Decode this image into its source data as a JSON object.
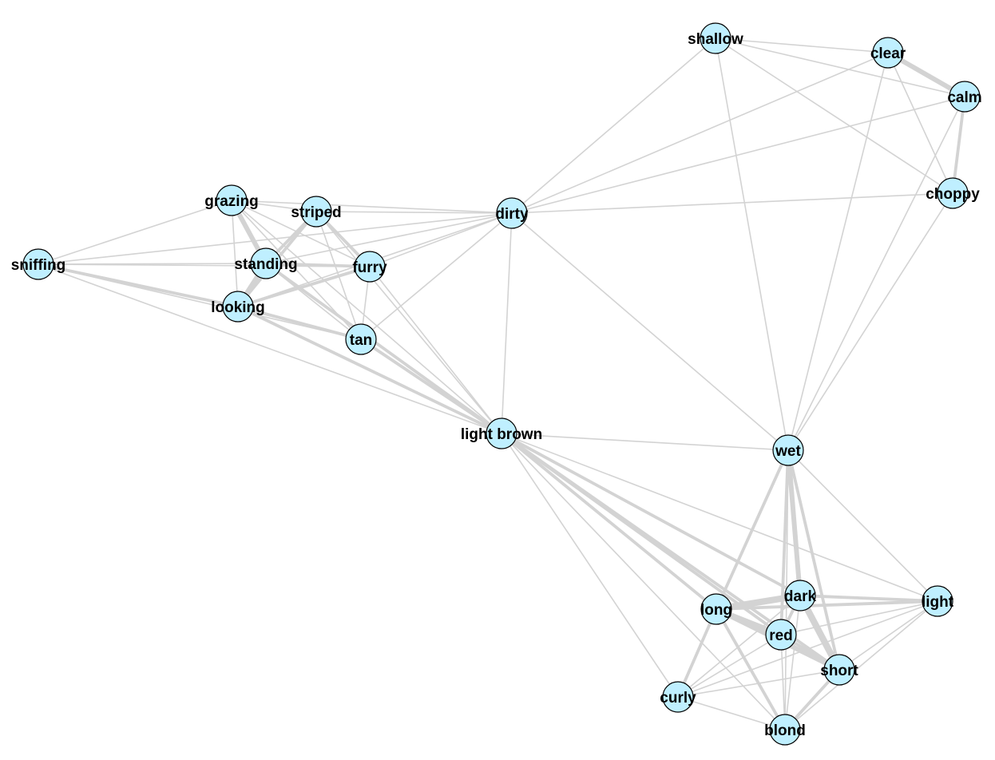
{
  "graph": {
    "colors": {
      "node_fill": "#bfefff",
      "node_stroke": "#000000",
      "edge": "#d3d3d3",
      "label": "#000000",
      "background": "#ffffff"
    },
    "nodes": [
      {
        "id": "shallow",
        "label": "shallow"
      },
      {
        "id": "clear",
        "label": "clear"
      },
      {
        "id": "calm",
        "label": "calm"
      },
      {
        "id": "choppy",
        "label": "choppy"
      },
      {
        "id": "dirty",
        "label": "dirty"
      },
      {
        "id": "grazing",
        "label": "grazing"
      },
      {
        "id": "striped",
        "label": "striped"
      },
      {
        "id": "sniffing",
        "label": "sniffing"
      },
      {
        "id": "standing",
        "label": "standing"
      },
      {
        "id": "furry",
        "label": "furry"
      },
      {
        "id": "looking",
        "label": "looking"
      },
      {
        "id": "tan",
        "label": "tan"
      },
      {
        "id": "light-brown",
        "label": "light brown"
      },
      {
        "id": "wet",
        "label": "wet"
      },
      {
        "id": "dark",
        "label": "dark"
      },
      {
        "id": "long",
        "label": "long"
      },
      {
        "id": "light",
        "label": "light"
      },
      {
        "id": "red",
        "label": "red"
      },
      {
        "id": "short",
        "label": "short"
      },
      {
        "id": "curly",
        "label": "curly"
      },
      {
        "id": "blond",
        "label": "blond"
      }
    ],
    "edges": [
      {
        "source": "shallow",
        "target": "clear",
        "weight": 1
      },
      {
        "source": "shallow",
        "target": "calm",
        "weight": 1
      },
      {
        "source": "shallow",
        "target": "choppy",
        "weight": 1
      },
      {
        "source": "shallow",
        "target": "dirty",
        "weight": 1
      },
      {
        "source": "shallow",
        "target": "wet",
        "weight": 1
      },
      {
        "source": "clear",
        "target": "calm",
        "weight": 3
      },
      {
        "source": "clear",
        "target": "choppy",
        "weight": 1
      },
      {
        "source": "clear",
        "target": "dirty",
        "weight": 1
      },
      {
        "source": "clear",
        "target": "wet",
        "weight": 1
      },
      {
        "source": "calm",
        "target": "choppy",
        "weight": 2
      },
      {
        "source": "calm",
        "target": "dirty",
        "weight": 1
      },
      {
        "source": "calm",
        "target": "wet",
        "weight": 1
      },
      {
        "source": "choppy",
        "target": "dirty",
        "weight": 1
      },
      {
        "source": "choppy",
        "target": "wet",
        "weight": 1
      },
      {
        "source": "dirty",
        "target": "wet",
        "weight": 1
      },
      {
        "source": "dirty",
        "target": "light-brown",
        "weight": 1
      },
      {
        "source": "dirty",
        "target": "grazing",
        "weight": 1
      },
      {
        "source": "dirty",
        "target": "striped",
        "weight": 1
      },
      {
        "source": "dirty",
        "target": "sniffing",
        "weight": 1
      },
      {
        "source": "dirty",
        "target": "standing",
        "weight": 1
      },
      {
        "source": "dirty",
        "target": "furry",
        "weight": 1
      },
      {
        "source": "dirty",
        "target": "looking",
        "weight": 1
      },
      {
        "source": "dirty",
        "target": "tan",
        "weight": 1
      },
      {
        "source": "grazing",
        "target": "striped",
        "weight": 1
      },
      {
        "source": "grazing",
        "target": "sniffing",
        "weight": 1
      },
      {
        "source": "grazing",
        "target": "standing",
        "weight": 3
      },
      {
        "source": "grazing",
        "target": "furry",
        "weight": 1
      },
      {
        "source": "grazing",
        "target": "looking",
        "weight": 1
      },
      {
        "source": "grazing",
        "target": "tan",
        "weight": 1
      },
      {
        "source": "grazing",
        "target": "light-brown",
        "weight": 1
      },
      {
        "source": "striped",
        "target": "standing",
        "weight": 2
      },
      {
        "source": "striped",
        "target": "furry",
        "weight": 2
      },
      {
        "source": "striped",
        "target": "looking",
        "weight": 2
      },
      {
        "source": "striped",
        "target": "tan",
        "weight": 1
      },
      {
        "source": "striped",
        "target": "light-brown",
        "weight": 1
      },
      {
        "source": "sniffing",
        "target": "standing",
        "weight": 1
      },
      {
        "source": "sniffing",
        "target": "looking",
        "weight": 2
      },
      {
        "source": "sniffing",
        "target": "furry",
        "weight": 1
      },
      {
        "source": "sniffing",
        "target": "tan",
        "weight": 1
      },
      {
        "source": "sniffing",
        "target": "light-brown",
        "weight": 1
      },
      {
        "source": "standing",
        "target": "furry",
        "weight": 2
      },
      {
        "source": "standing",
        "target": "looking",
        "weight": 3
      },
      {
        "source": "standing",
        "target": "tan",
        "weight": 1
      },
      {
        "source": "standing",
        "target": "light-brown",
        "weight": 2
      },
      {
        "source": "furry",
        "target": "looking",
        "weight": 2
      },
      {
        "source": "furry",
        "target": "tan",
        "weight": 1
      },
      {
        "source": "furry",
        "target": "light-brown",
        "weight": 1
      },
      {
        "source": "looking",
        "target": "tan",
        "weight": 2
      },
      {
        "source": "looking",
        "target": "light-brown",
        "weight": 2
      },
      {
        "source": "tan",
        "target": "light-brown",
        "weight": 2
      },
      {
        "source": "light-brown",
        "target": "wet",
        "weight": 1
      },
      {
        "source": "light-brown",
        "target": "long",
        "weight": 2
      },
      {
        "source": "light-brown",
        "target": "dark",
        "weight": 2
      },
      {
        "source": "light-brown",
        "target": "red",
        "weight": 2
      },
      {
        "source": "light-brown",
        "target": "short",
        "weight": 2
      },
      {
        "source": "light-brown",
        "target": "curly",
        "weight": 1
      },
      {
        "source": "light-brown",
        "target": "blond",
        "weight": 1
      },
      {
        "source": "light-brown",
        "target": "light",
        "weight": 1
      },
      {
        "source": "wet",
        "target": "long",
        "weight": 2
      },
      {
        "source": "wet",
        "target": "dark",
        "weight": 3
      },
      {
        "source": "wet",
        "target": "red",
        "weight": 2
      },
      {
        "source": "wet",
        "target": "short",
        "weight": 2
      },
      {
        "source": "wet",
        "target": "light",
        "weight": 1
      },
      {
        "source": "wet",
        "target": "curly",
        "weight": 1
      },
      {
        "source": "wet",
        "target": "blond",
        "weight": 1
      },
      {
        "source": "long",
        "target": "dark",
        "weight": 4
      },
      {
        "source": "long",
        "target": "red",
        "weight": 3
      },
      {
        "source": "long",
        "target": "short",
        "weight": 3
      },
      {
        "source": "long",
        "target": "light",
        "weight": 2
      },
      {
        "source": "long",
        "target": "curly",
        "weight": 2
      },
      {
        "source": "long",
        "target": "blond",
        "weight": 2
      },
      {
        "source": "dark",
        "target": "red",
        "weight": 2
      },
      {
        "source": "dark",
        "target": "short",
        "weight": 4
      },
      {
        "source": "dark",
        "target": "light",
        "weight": 2
      },
      {
        "source": "dark",
        "target": "curly",
        "weight": 1
      },
      {
        "source": "dark",
        "target": "blond",
        "weight": 1
      },
      {
        "source": "red",
        "target": "short",
        "weight": 2
      },
      {
        "source": "red",
        "target": "light",
        "weight": 1
      },
      {
        "source": "red",
        "target": "curly",
        "weight": 1
      },
      {
        "source": "red",
        "target": "blond",
        "weight": 1
      },
      {
        "source": "short",
        "target": "light",
        "weight": 1
      },
      {
        "source": "short",
        "target": "curly",
        "weight": 1
      },
      {
        "source": "short",
        "target": "blond",
        "weight": 2
      },
      {
        "source": "light",
        "target": "curly",
        "weight": 1
      },
      {
        "source": "light",
        "target": "blond",
        "weight": 1
      },
      {
        "source": "curly",
        "target": "blond",
        "weight": 1
      }
    ]
  }
}
